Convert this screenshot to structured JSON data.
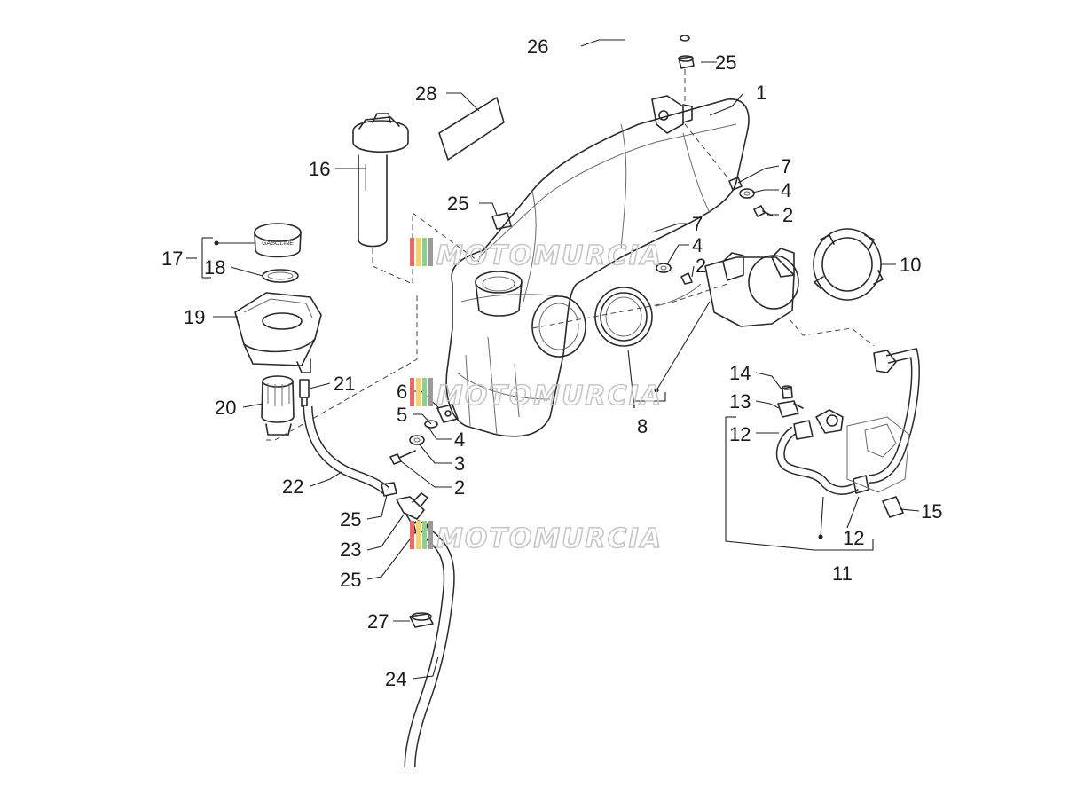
{
  "callouts": [
    {
      "id": "c1",
      "label": "1"
    },
    {
      "id": "c2a",
      "label": "2"
    },
    {
      "id": "c2b",
      "label": "2"
    },
    {
      "id": "c2c",
      "label": "2"
    },
    {
      "id": "c3",
      "label": "3"
    },
    {
      "id": "c4a",
      "label": "4"
    },
    {
      "id": "c4b",
      "label": "4"
    },
    {
      "id": "c4c",
      "label": "4"
    },
    {
      "id": "c5",
      "label": "5"
    },
    {
      "id": "c6",
      "label": "6"
    },
    {
      "id": "c7a",
      "label": "7"
    },
    {
      "id": "c7b",
      "label": "7"
    },
    {
      "id": "c8",
      "label": "8"
    },
    {
      "id": "c10",
      "label": "10"
    },
    {
      "id": "c11",
      "label": "11"
    },
    {
      "id": "c12a",
      "label": "12"
    },
    {
      "id": "c12b",
      "label": "12"
    },
    {
      "id": "c13",
      "label": "13"
    },
    {
      "id": "c14",
      "label": "14"
    },
    {
      "id": "c15",
      "label": "15"
    },
    {
      "id": "c16",
      "label": "16"
    },
    {
      "id": "c17",
      "label": "17"
    },
    {
      "id": "c18",
      "label": "18"
    },
    {
      "id": "c19",
      "label": "19"
    },
    {
      "id": "c20",
      "label": "20"
    },
    {
      "id": "c21",
      "label": "21"
    },
    {
      "id": "c22",
      "label": "22"
    },
    {
      "id": "c23",
      "label": "23"
    },
    {
      "id": "c24",
      "label": "24"
    },
    {
      "id": "c25a",
      "label": "25"
    },
    {
      "id": "c25b",
      "label": "25"
    },
    {
      "id": "c25c",
      "label": "25"
    },
    {
      "id": "c25d",
      "label": "25"
    },
    {
      "id": "c26",
      "label": "26"
    },
    {
      "id": "c27",
      "label": "27"
    },
    {
      "id": "c28",
      "label": "28"
    }
  ],
  "cap_text": "GASOLINE",
  "watermark": {
    "text": "MOTOMURCIA",
    "stripe_colors": [
      "#e86a6a",
      "#f2d36b",
      "#8fcf8f",
      "#9a9a9a"
    ]
  },
  "colors": {
    "ink": "#2a2a2a",
    "watermark": "#c7c7c7"
  }
}
